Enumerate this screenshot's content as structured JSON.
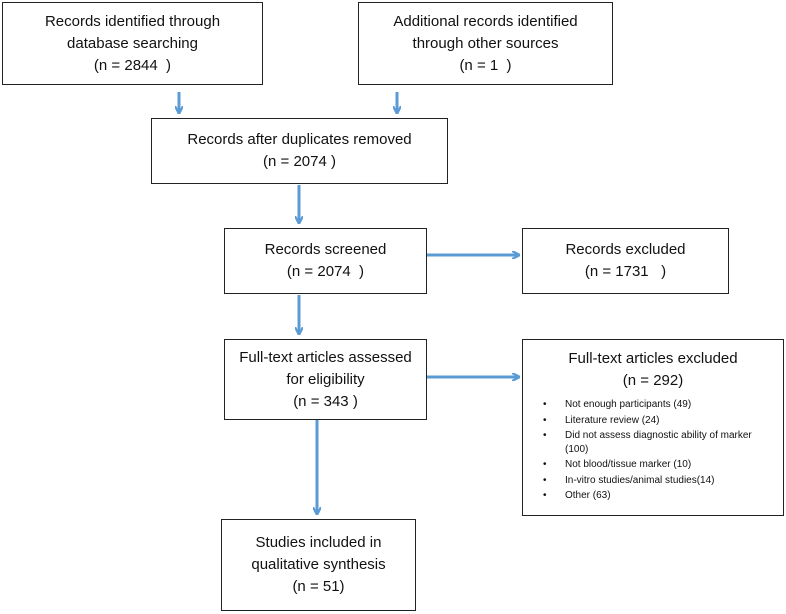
{
  "boxes": {
    "identified": {
      "line1": "Records identified through",
      "line2": "database searching",
      "line3": "(n = 2844  )"
    },
    "additional": {
      "line1": "Additional records identified",
      "line2": "through other sources",
      "line3": "(n = 1  )"
    },
    "duplicates": {
      "line1": "Records after duplicates removed",
      "line2": "(n = 2074 )"
    },
    "screened": {
      "line1": "Records screened",
      "line2": "(n = 2074  )"
    },
    "excluded": {
      "line1": "Records excluded",
      "line2": "(n = 1731   )"
    },
    "fulltext": {
      "line1": "Full-text articles assessed",
      "line2": "for eligibility",
      "line3": "(n = 343 )"
    },
    "fulltext_excluded": {
      "line1": "Full-text articles excluded",
      "line2": "(n = 292)",
      "reasons": [
        "Not enough participants (49)",
        "Literature review (24)",
        "Did not assess diagnostic ability of marker (100)",
        "Not blood/tissue marker (10)",
        "In-vitro studies/animal studies(14)",
        "Other (63)"
      ]
    },
    "included": {
      "line1": "Studies included in",
      "line2": "qualitative synthesis",
      "line3": "(n = 51)"
    }
  },
  "colors": {
    "arrow": "#5b9bd5",
    "border": "#222222"
  }
}
